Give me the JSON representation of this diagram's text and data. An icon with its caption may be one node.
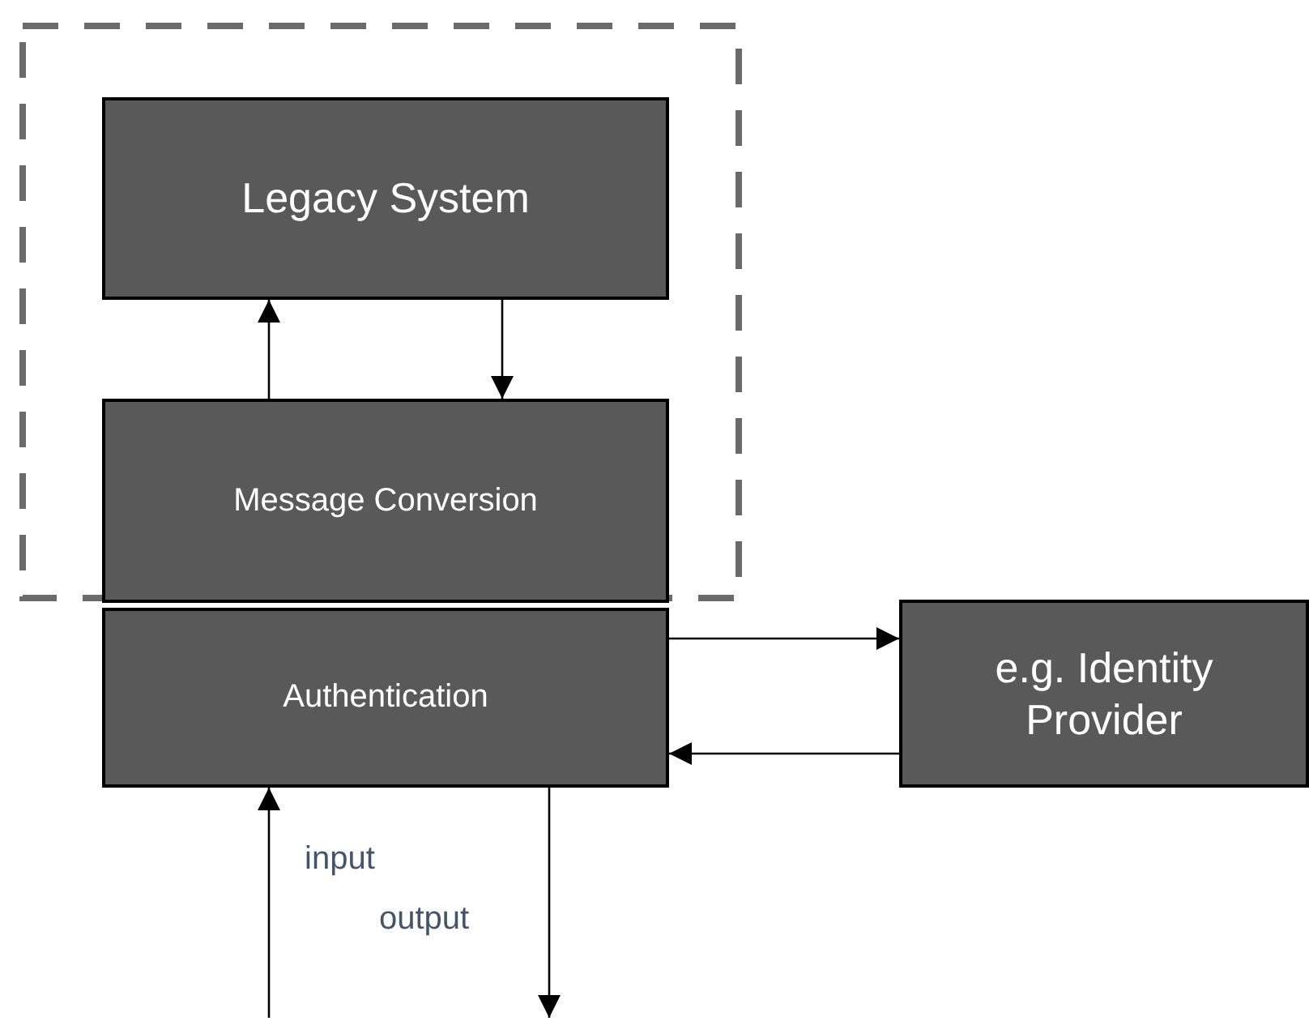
{
  "diagram": {
    "nodes": [
      {
        "text": [],
        "shape": "box"
      },
      {
        "text": [
          "Legacy System"
        ],
        "in": 0
      },
      {
        "text": [
          "Message Conversion"
        ],
        "in": 0
      },
      {
        "text": [
          "Authentication"
        ]
      },
      {
        "text": [
          "e.g. Identity Provider"
        ]
      }
    ],
    "edges": [
      {
        "from": 2,
        "to": 1,
        "arrow": "to"
      },
      {
        "from": 1,
        "to": 2,
        "arrow": "to"
      },
      {
        "from": 3,
        "to": 4,
        "arrow": "to"
      },
      {
        "from": 4,
        "to": 3,
        "arrow": "to"
      },
      {
        "from": null,
        "to": 3,
        "arrow": "to",
        "label": "input"
      },
      {
        "from": 3,
        "to": null,
        "arrow": "to",
        "label": "output"
      }
    ]
  }
}
